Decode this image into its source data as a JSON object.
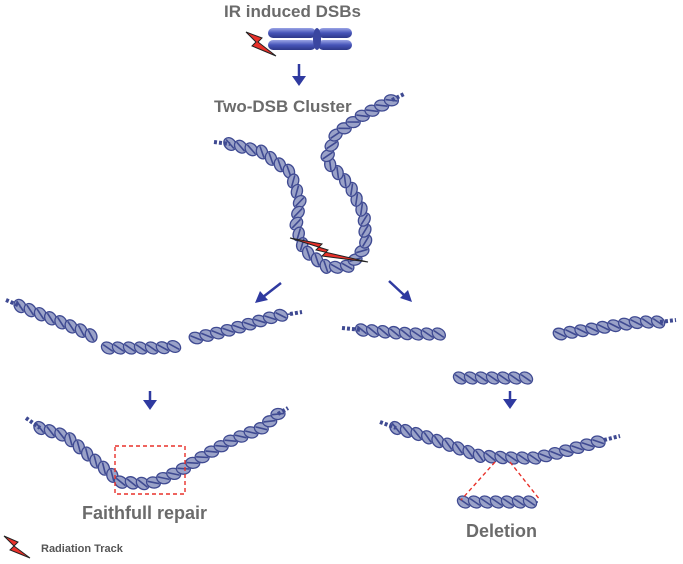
{
  "labels": {
    "title": "IR induced DSBs",
    "cluster": "Two-DSB Cluster",
    "faithful": "Faithfull repair",
    "deletion": "Deletion",
    "legend": "Radiation Track"
  },
  "icons": {
    "radiation": "lightning-bolt-icon",
    "chromosome": "chromosome-icon",
    "arrow": "arrow-icon"
  },
  "colors": {
    "dna_fill": "#9aa2c8",
    "dna_stroke": "#3f4a92",
    "arrow": "#2f3aa0",
    "bolt": "#e8312a",
    "chromosome": "#4a57b8",
    "dash_box": "#e8312a"
  }
}
